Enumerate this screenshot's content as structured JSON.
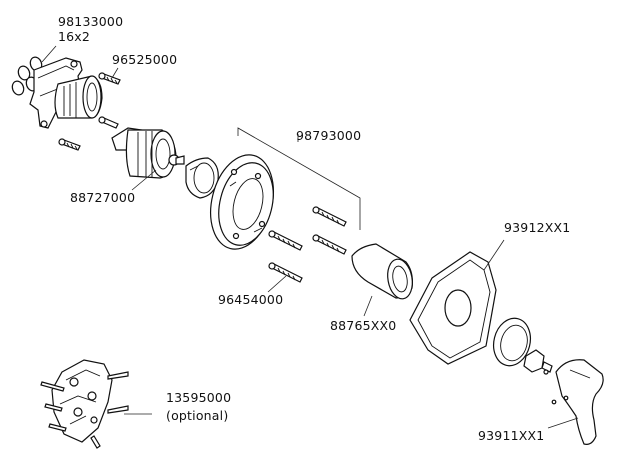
{
  "diagram": {
    "parts": [
      {
        "id": "oring",
        "number": "98133000",
        "note": "16x2"
      },
      {
        "id": "screw-small",
        "number": "96525000",
        "note": ""
      },
      {
        "id": "cartridge",
        "number": "88727000",
        "note": ""
      },
      {
        "id": "trim-kit",
        "number": "98793000",
        "note": ""
      },
      {
        "id": "screws-long",
        "number": "96454000",
        "note": ""
      },
      {
        "id": "extension-sleeve",
        "number": "88765XX0",
        "note": ""
      },
      {
        "id": "trim-plate",
        "number": "93912XX1",
        "note": ""
      },
      {
        "id": "handle",
        "number": "93911XX1",
        "note": ""
      },
      {
        "id": "rough-valve",
        "number": "13595000",
        "note": "(optional)"
      }
    ]
  }
}
